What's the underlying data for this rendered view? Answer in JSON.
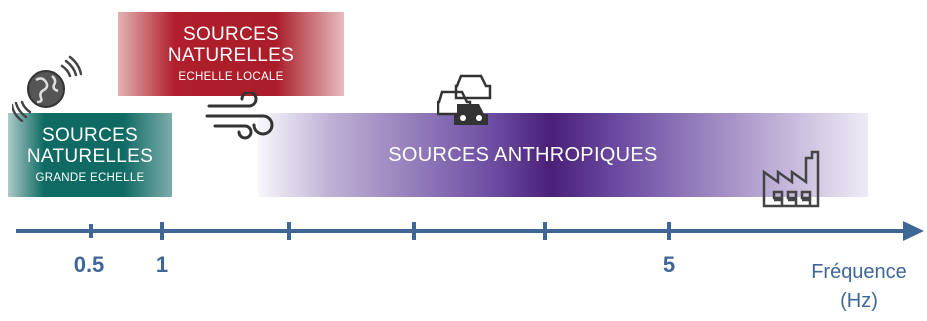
{
  "bands": {
    "green": {
      "line1": "SOURCES",
      "line2": "NATURELLES",
      "sub": "GRANDE ECHELLE",
      "color": "#0f6a64"
    },
    "red": {
      "line1": "SOURCES",
      "line2": "NATURELLES",
      "sub": "ECHELLE LOCALE",
      "color": "#b01f2b"
    },
    "purple": {
      "label": "SOURCES ANTHROPIQUES",
      "color": "#4a1f78"
    }
  },
  "axis": {
    "color": "#3f6796",
    "ticks": [
      {
        "value": "0.5",
        "label": "0.5"
      },
      {
        "value": "1",
        "label": "1"
      },
      {
        "value": "5",
        "label": "5"
      }
    ],
    "title_line1": "Fréquence",
    "title_line2": "(Hz)"
  },
  "icons": [
    "globe-vibration-icon",
    "wind-icon",
    "cars-icon",
    "factory-icon"
  ]
}
